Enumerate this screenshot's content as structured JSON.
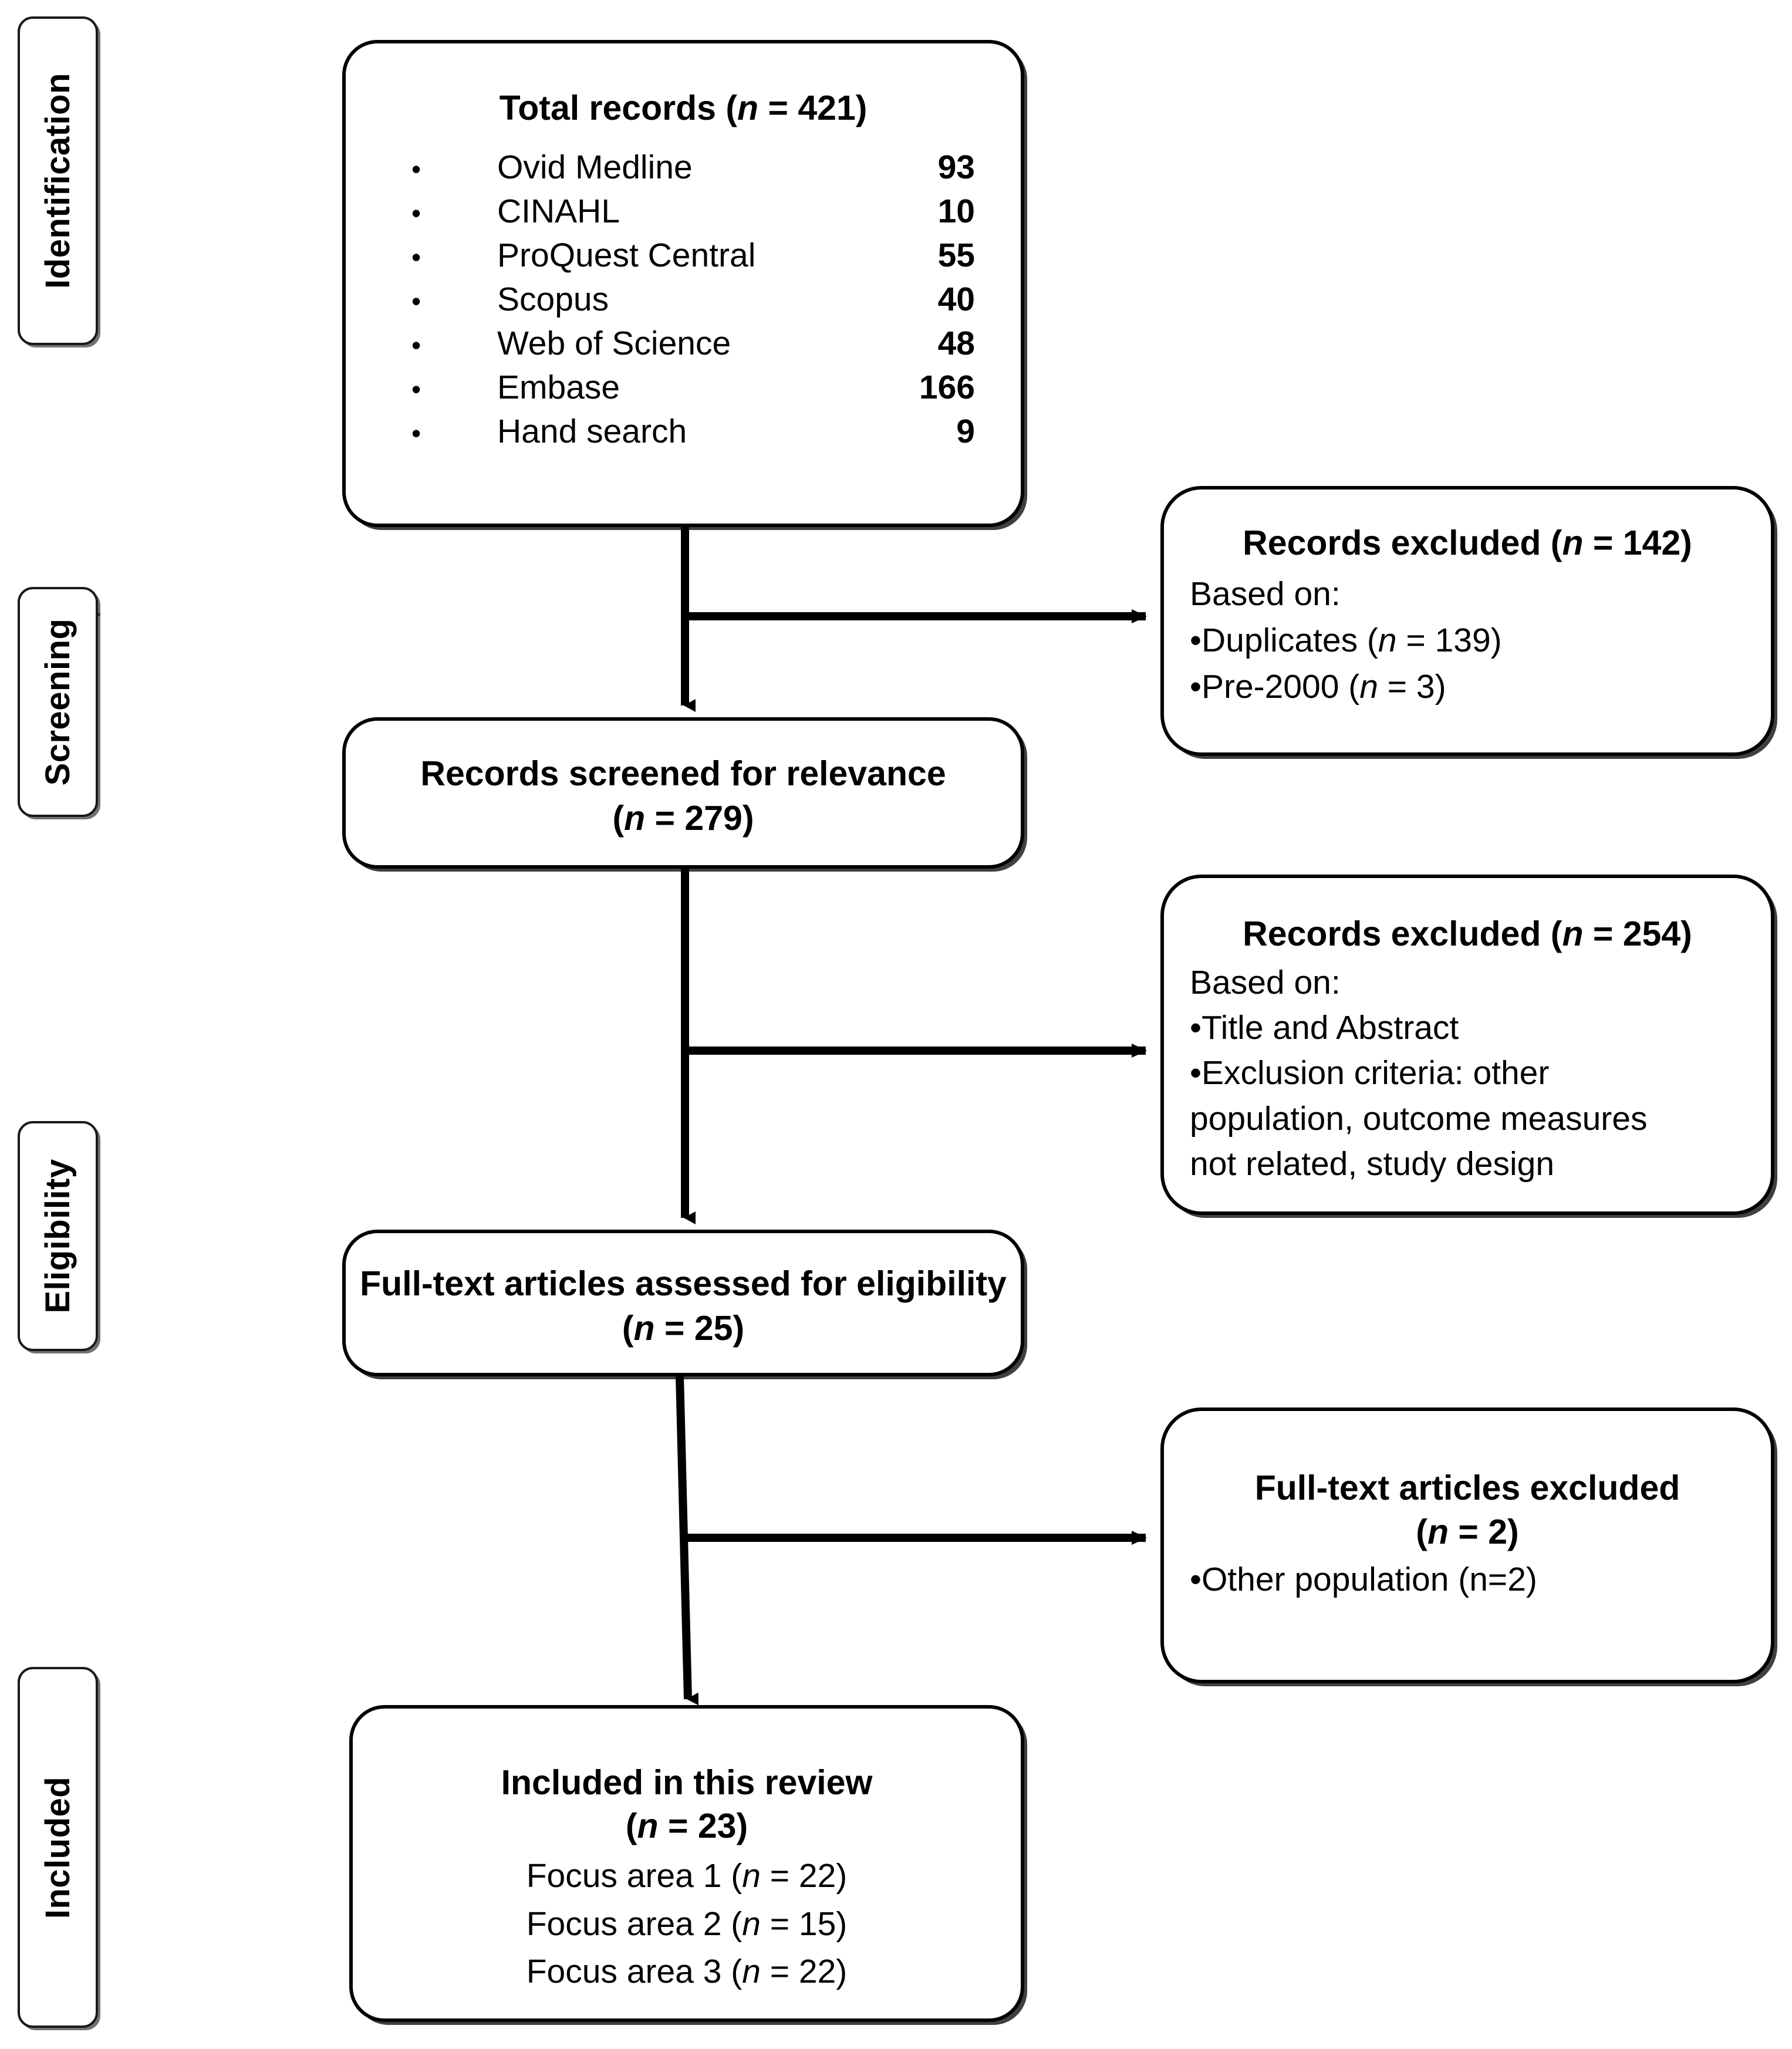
{
  "diagram": {
    "title": "PRISMA study selection flow diagram",
    "stages": [
      {
        "id": "identification",
        "label": "Identification"
      },
      {
        "id": "screening",
        "label": "Screening"
      },
      {
        "id": "eligibility",
        "label": "Eligibility"
      },
      {
        "id": "included",
        "label": "Included"
      }
    ],
    "boxes": {
      "total_records": {
        "title_text": "Total records (",
        "title_n": "n",
        "title_eq": " = 421)",
        "sources": [
          {
            "name": "Ovid Medline",
            "count": "93"
          },
          {
            "name": "CINAHL",
            "count": "10"
          },
          {
            "name": "ProQuest Central",
            "count": "55"
          },
          {
            "name": "Scopus",
            "count": "40"
          },
          {
            "name": "Web of Science",
            "count": "48"
          },
          {
            "name": "Embase",
            "count": "166"
          },
          {
            "name": "Hand search",
            "count": "9"
          }
        ]
      },
      "excluded_1": {
        "head_text": "Records excluded (",
        "head_n": "n",
        "head_eq": " = 142)",
        "based_on": "Based on:",
        "items": [
          {
            "pre": "•Duplicates (",
            "n": "n",
            "post": " = 139)"
          },
          {
            "pre": "•Pre-2000 (",
            "n": "n",
            "post": " = 3)"
          }
        ]
      },
      "screened": {
        "title": "Records screened for relevance",
        "sub_pre": "(",
        "sub_n": "n",
        "sub_post": " = 279)"
      },
      "excluded_2": {
        "head_text": "Records excluded (",
        "head_n": "n",
        "head_eq": " = 254)",
        "based_on": "Based on:",
        "items": [
          "•Title and Abstract",
          "•Exclusion criteria: other",
          "population, outcome measures",
          "not related, study design"
        ]
      },
      "fulltext_assessed": {
        "title": "Full-text articles assessed for eligibility",
        "sub_pre": "(",
        "sub_n": "n",
        "sub_post": " =  25)"
      },
      "excluded_3": {
        "head_line1": "Full-text articles excluded",
        "head_pre": "(",
        "head_n": "n",
        "head_post": " =  2)",
        "item": "•Other population (n=2)"
      },
      "included_final": {
        "title": "Included in this review",
        "sub_pre": "(",
        "sub_n": "n",
        "sub_post": " = 23)",
        "focus_areas": [
          {
            "pre": "Focus area 1 (",
            "n": "n",
            "post": " = 22)"
          },
          {
            "pre": "Focus area 2 (",
            "n": "n",
            "post": " = 15)"
          },
          {
            "pre": "Focus area 3 (",
            "n": "n",
            "post": " = 22)"
          }
        ]
      }
    },
    "colors": {
      "stroke": "#000000",
      "stage_stroke": "#1a1a1a",
      "background": "#ffffff",
      "text": "#000000"
    }
  }
}
